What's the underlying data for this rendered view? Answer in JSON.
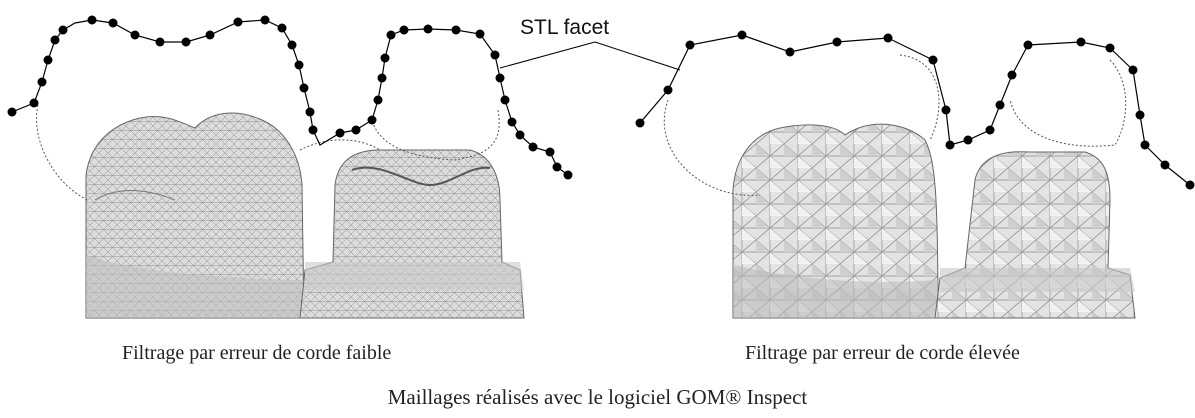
{
  "labels": {
    "callout": "STL facet",
    "caption_left": "Filtrage par erreur de corde faible",
    "caption_right": "Filtrage par erreur de corde élevée",
    "caption_bottom": "Maillages réalisés avec le logiciel GOM® Inspect"
  },
  "colors": {
    "mesh_fill": "#d9d9d9",
    "mesh_dark": "#8a8a8a",
    "wire": "#6f6f6f",
    "point": "#000000"
  }
}
